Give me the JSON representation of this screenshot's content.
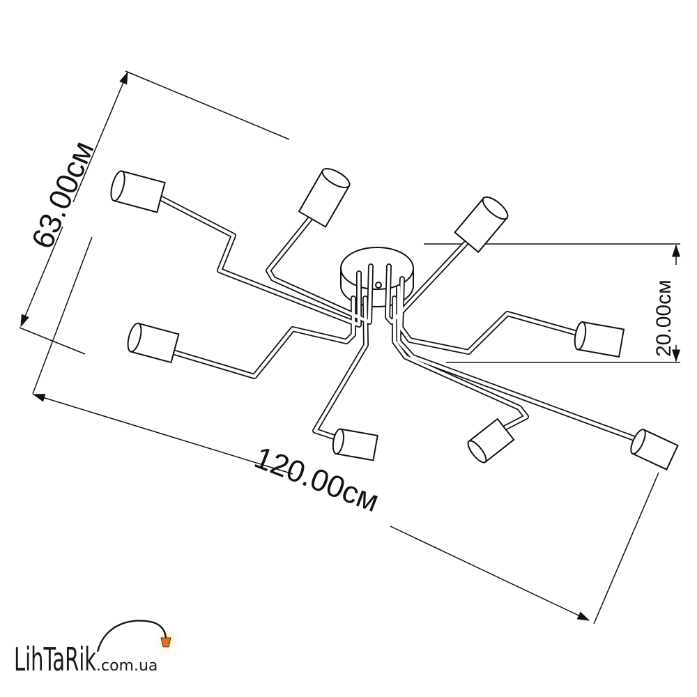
{
  "dimensions": {
    "height": "63.00см",
    "width": "120.00см",
    "drop": "20.00см"
  },
  "logo": {
    "name": "LihTaRik",
    "domain": ".com.ua"
  },
  "colors": {
    "line": "#111111",
    "lamp_glow": "#f7e7a0",
    "lamp_body": "#e0702a"
  }
}
